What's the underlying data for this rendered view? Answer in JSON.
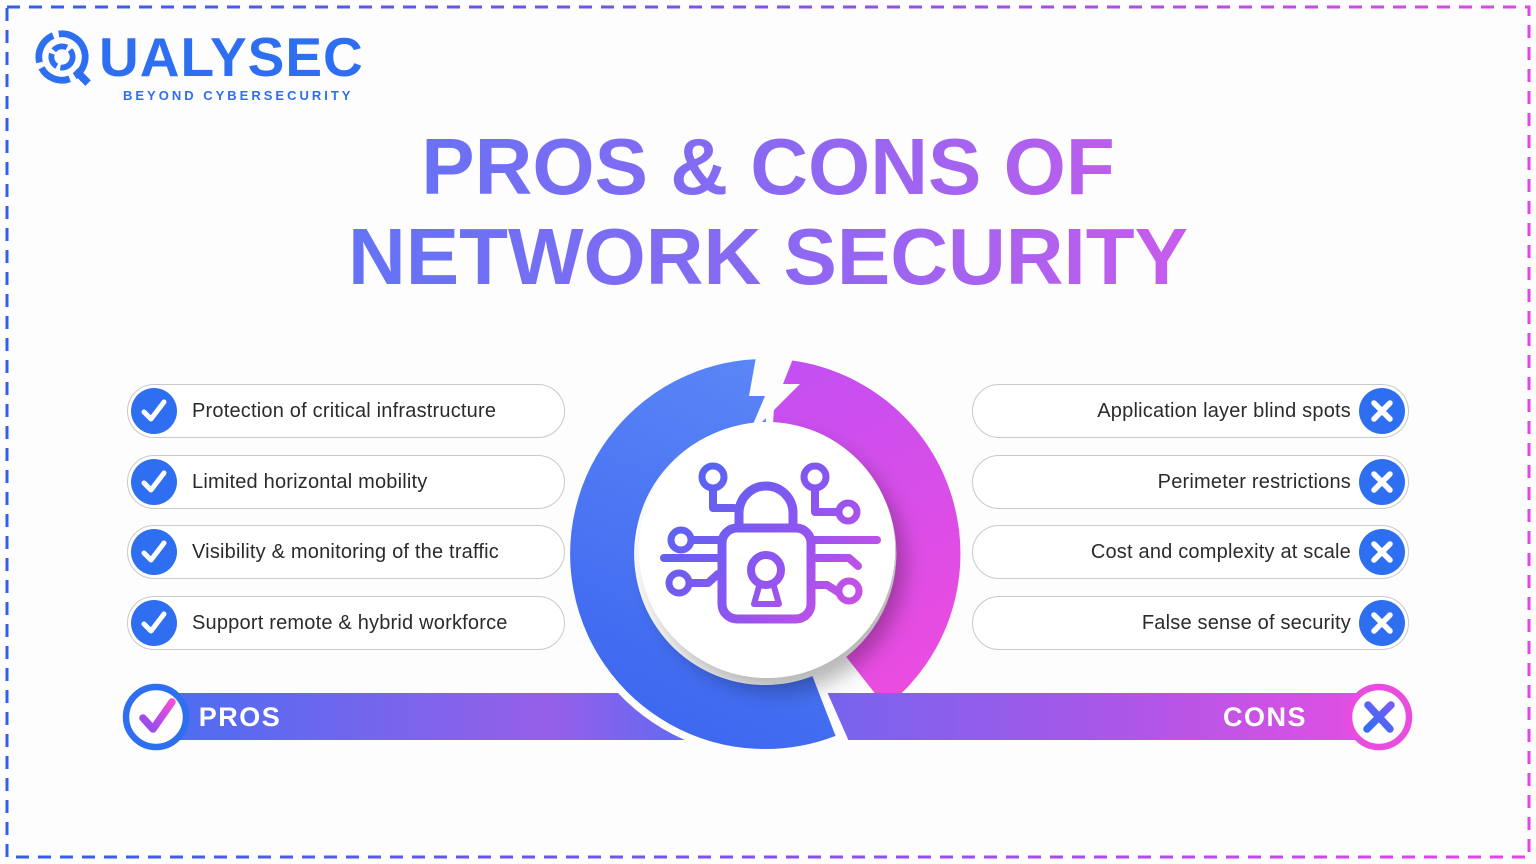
{
  "logo": {
    "text": "QUALYSEC",
    "display_rest": "UALYSEC",
    "tagline": "BEYOND CYBERSECURITY"
  },
  "title": {
    "line1": "PROS & CONS OF",
    "line2": "NETWORK SECURITY"
  },
  "pros": {
    "label": "PROS",
    "items": [
      {
        "label": "Protection of critical infrastructure"
      },
      {
        "label": "Limited horizontal mobility"
      },
      {
        "label": "Visibility & monitoring of the traffic"
      },
      {
        "label": "Support remote & hybrid workforce"
      }
    ]
  },
  "cons": {
    "label": "CONS",
    "items": [
      {
        "label": "Application layer blind spots"
      },
      {
        "label": "Perimeter restrictions"
      },
      {
        "label": "Cost and complexity at scale"
      },
      {
        "label": "False sense of security"
      }
    ]
  },
  "icons": {
    "pros_item": "check-icon",
    "cons_item": "x-icon",
    "center": "padlock-circuit-icon",
    "ring_divider": "lightning-bolt-icon",
    "pros_ribbon": "check-icon",
    "cons_ribbon": "x-icon",
    "logo_mark": "reticle-q-icon"
  },
  "colors": {
    "brand_blue": "#2e6ff2",
    "ring_blue": "#4478f2",
    "ring_pink": "#e04ee8",
    "title_gradient_start": "#4b7af7",
    "title_gradient_end": "#f551e8",
    "pill_border": "#c9c9c9",
    "pill_text": "#2b2b2b",
    "background": "#fdfdfe"
  }
}
